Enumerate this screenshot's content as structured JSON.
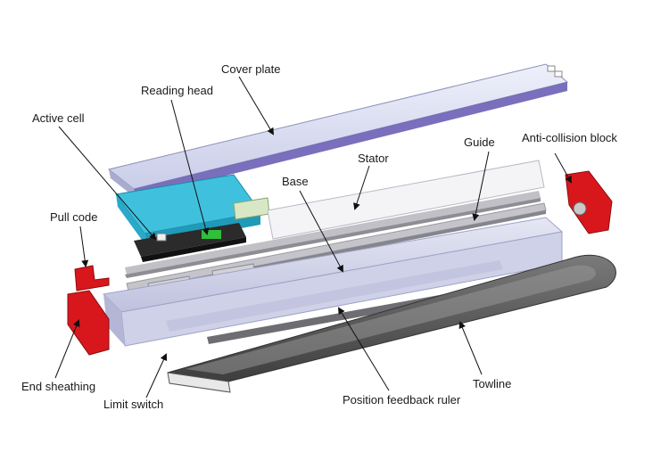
{
  "labels": {
    "cover_plate": "Cover plate",
    "reading_head": "Reading head",
    "active_cell": "Active cell",
    "guide": "Guide",
    "anti_collision_block": "Anti-collision block",
    "stator": "Stator",
    "base": "Base",
    "pull_code": "Pull code",
    "end_sheathing": "End sheathing",
    "limit_switch": "Limit switch",
    "position_feedback_ruler": "Position feedback ruler",
    "towline": "Towline"
  },
  "colors": {
    "cover": "#d9dcef",
    "cover_edge": "#6b5fb5",
    "mover": "#33b8d6",
    "reading_head": "#2a2a2a",
    "red_parts": "#d8171c",
    "rails": "#b8b8bd",
    "base": "#d6d8ec",
    "towline": "#5a5a5a"
  }
}
